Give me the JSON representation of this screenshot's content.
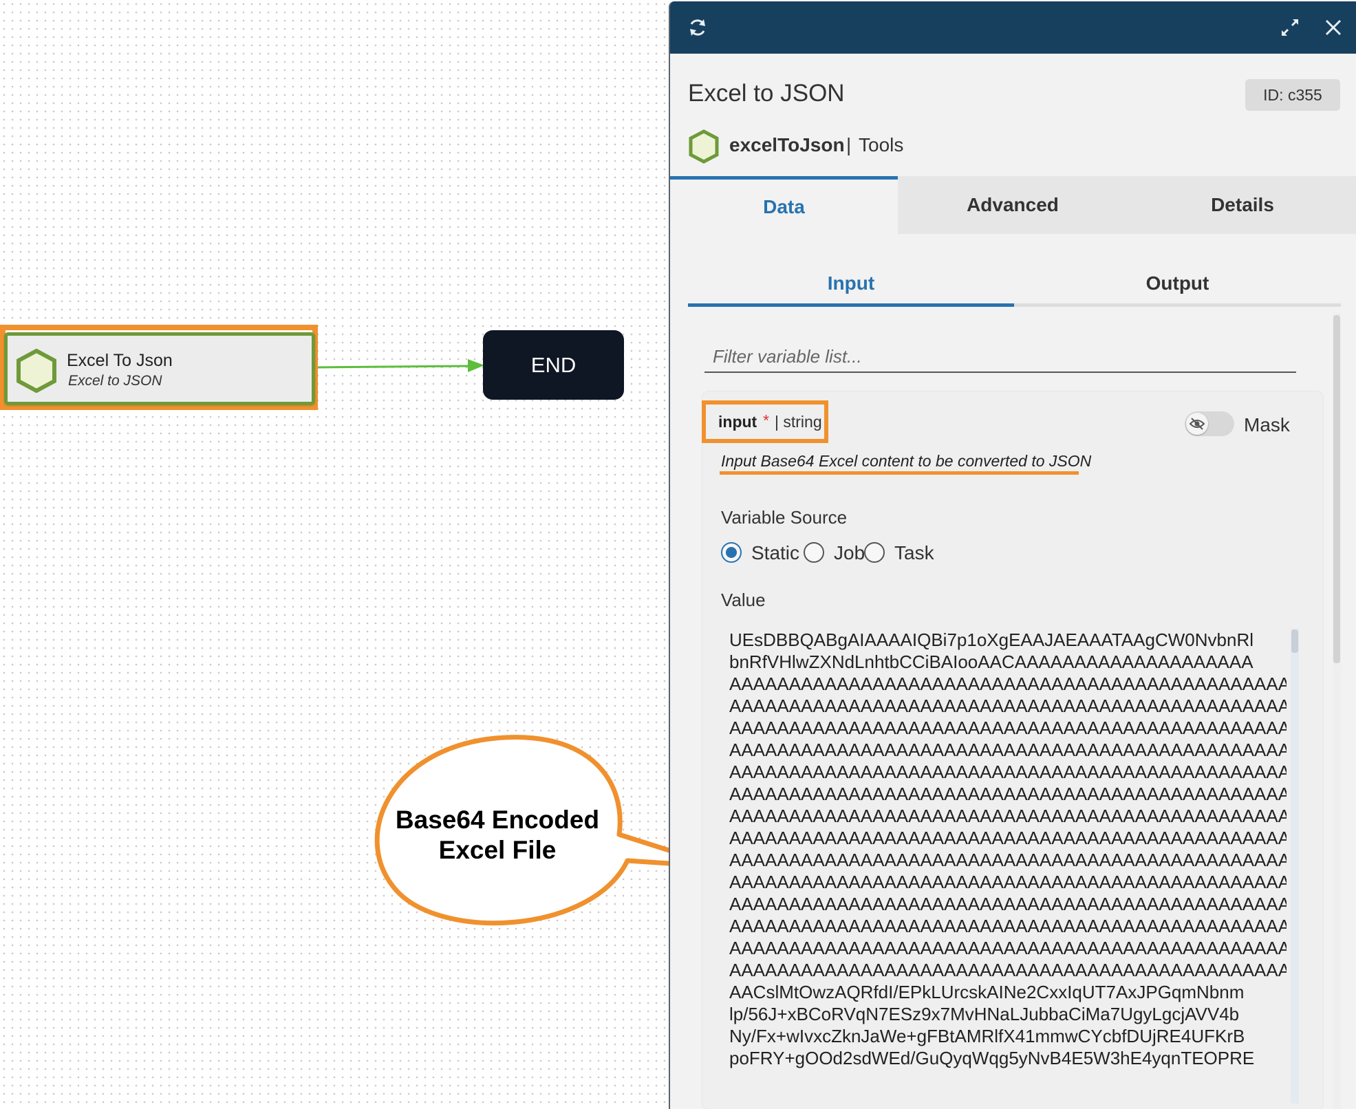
{
  "canvas": {
    "node": {
      "title": "Excel To Json",
      "subtitle": "Excel to JSON"
    },
    "end_node": {
      "label": "END"
    },
    "callout": {
      "line1": "Base64 Encoded",
      "line2": "Excel File"
    }
  },
  "panel": {
    "header": {
      "icons": [
        "refresh-icon",
        "expand-icon",
        "close-icon"
      ]
    },
    "title": "Excel to JSON",
    "id_badge": "ID: c355",
    "component": {
      "name": "excelToJson",
      "separator": "|",
      "category": "Tools"
    },
    "tabs": [
      {
        "label": "Data",
        "active": true
      },
      {
        "label": "Advanced",
        "active": false
      },
      {
        "label": "Details",
        "active": false
      }
    ],
    "subtabs": [
      {
        "label": "Input",
        "active": true
      },
      {
        "label": "Output",
        "active": false
      }
    ],
    "filter": {
      "placeholder": "Filter variable list..."
    },
    "variable": {
      "name": "input",
      "required_marker": "*",
      "type": "| string",
      "description": "Input Base64 Excel content to be converted to JSON",
      "mask_label": "Mask",
      "mask_enabled": false,
      "source_label": "Variable Source",
      "sources": [
        {
          "label": "Static",
          "checked": true
        },
        {
          "label": "Job",
          "checked": false
        },
        {
          "label": "Task",
          "checked": false
        }
      ],
      "value_label": "Value",
      "value_lines": [
        "UEsDBBQABgAIAAAAIQBi7p1oXgEAAJAEAAATAAgCW0NvbnRl",
        "bnRfVHlwZXNdLnhtbCCiBAIooAACAAAAAAAAAAAAAAAAAAAA",
        "AAAAAAAAAAAAAAAAAAAAAAAAAAAAAAAAAAAAAAAAAAAAAAAA",
        "AAAAAAAAAAAAAAAAAAAAAAAAAAAAAAAAAAAAAAAAAAAAAAAA",
        "AAAAAAAAAAAAAAAAAAAAAAAAAAAAAAAAAAAAAAAAAAAAAAAA",
        "AAAAAAAAAAAAAAAAAAAAAAAAAAAAAAAAAAAAAAAAAAAAAAAA",
        "AAAAAAAAAAAAAAAAAAAAAAAAAAAAAAAAAAAAAAAAAAAAAAAA",
        "AAAAAAAAAAAAAAAAAAAAAAAAAAAAAAAAAAAAAAAAAAAAAAAA",
        "AAAAAAAAAAAAAAAAAAAAAAAAAAAAAAAAAAAAAAAAAAAAAAAA",
        "AAAAAAAAAAAAAAAAAAAAAAAAAAAAAAAAAAAAAAAAAAAAAAAA",
        "AAAAAAAAAAAAAAAAAAAAAAAAAAAAAAAAAAAAAAAAAAAAAAAA",
        "AAAAAAAAAAAAAAAAAAAAAAAAAAAAAAAAAAAAAAAAAAAAAAAA",
        "AAAAAAAAAAAAAAAAAAAAAAAAAAAAAAAAAAAAAAAAAAAAAAAA",
        "AAAAAAAAAAAAAAAAAAAAAAAAAAAAAAAAAAAAAAAAAAAAAAAA",
        "AAAAAAAAAAAAAAAAAAAAAAAAAAAAAAAAAAAAAAAAAAAAAAAA",
        "AAAAAAAAAAAAAAAAAAAAAAAAAAAAAAAAAAAAAAAAAAAAAAAA",
        "AACslMtOwzAQRfdI/EPkLUrcskAINe2CxxIqUT7AxJPGqmNbnm",
        "lp/56J+xBCoRVqN7ESz9x7MvHNaLJubbaCiMa7UgyLgcjAVV4b",
        "Ny/Fx+wIvxcZknJaWe+gFBtAMRlfX41mmwCYcbfDUjRE4UFKrB",
        "poFRY+gOOd2sdWEd/GuQyqWqg5yNvB4E5W3hE4yqnTEOPRE"
      ]
    }
  },
  "colors": {
    "highlight": "#F0912E",
    "header_bg": "#17405F",
    "accent": "#2872b0",
    "node_border": "#6E9A3A",
    "end_node_bg": "#0F1624"
  }
}
